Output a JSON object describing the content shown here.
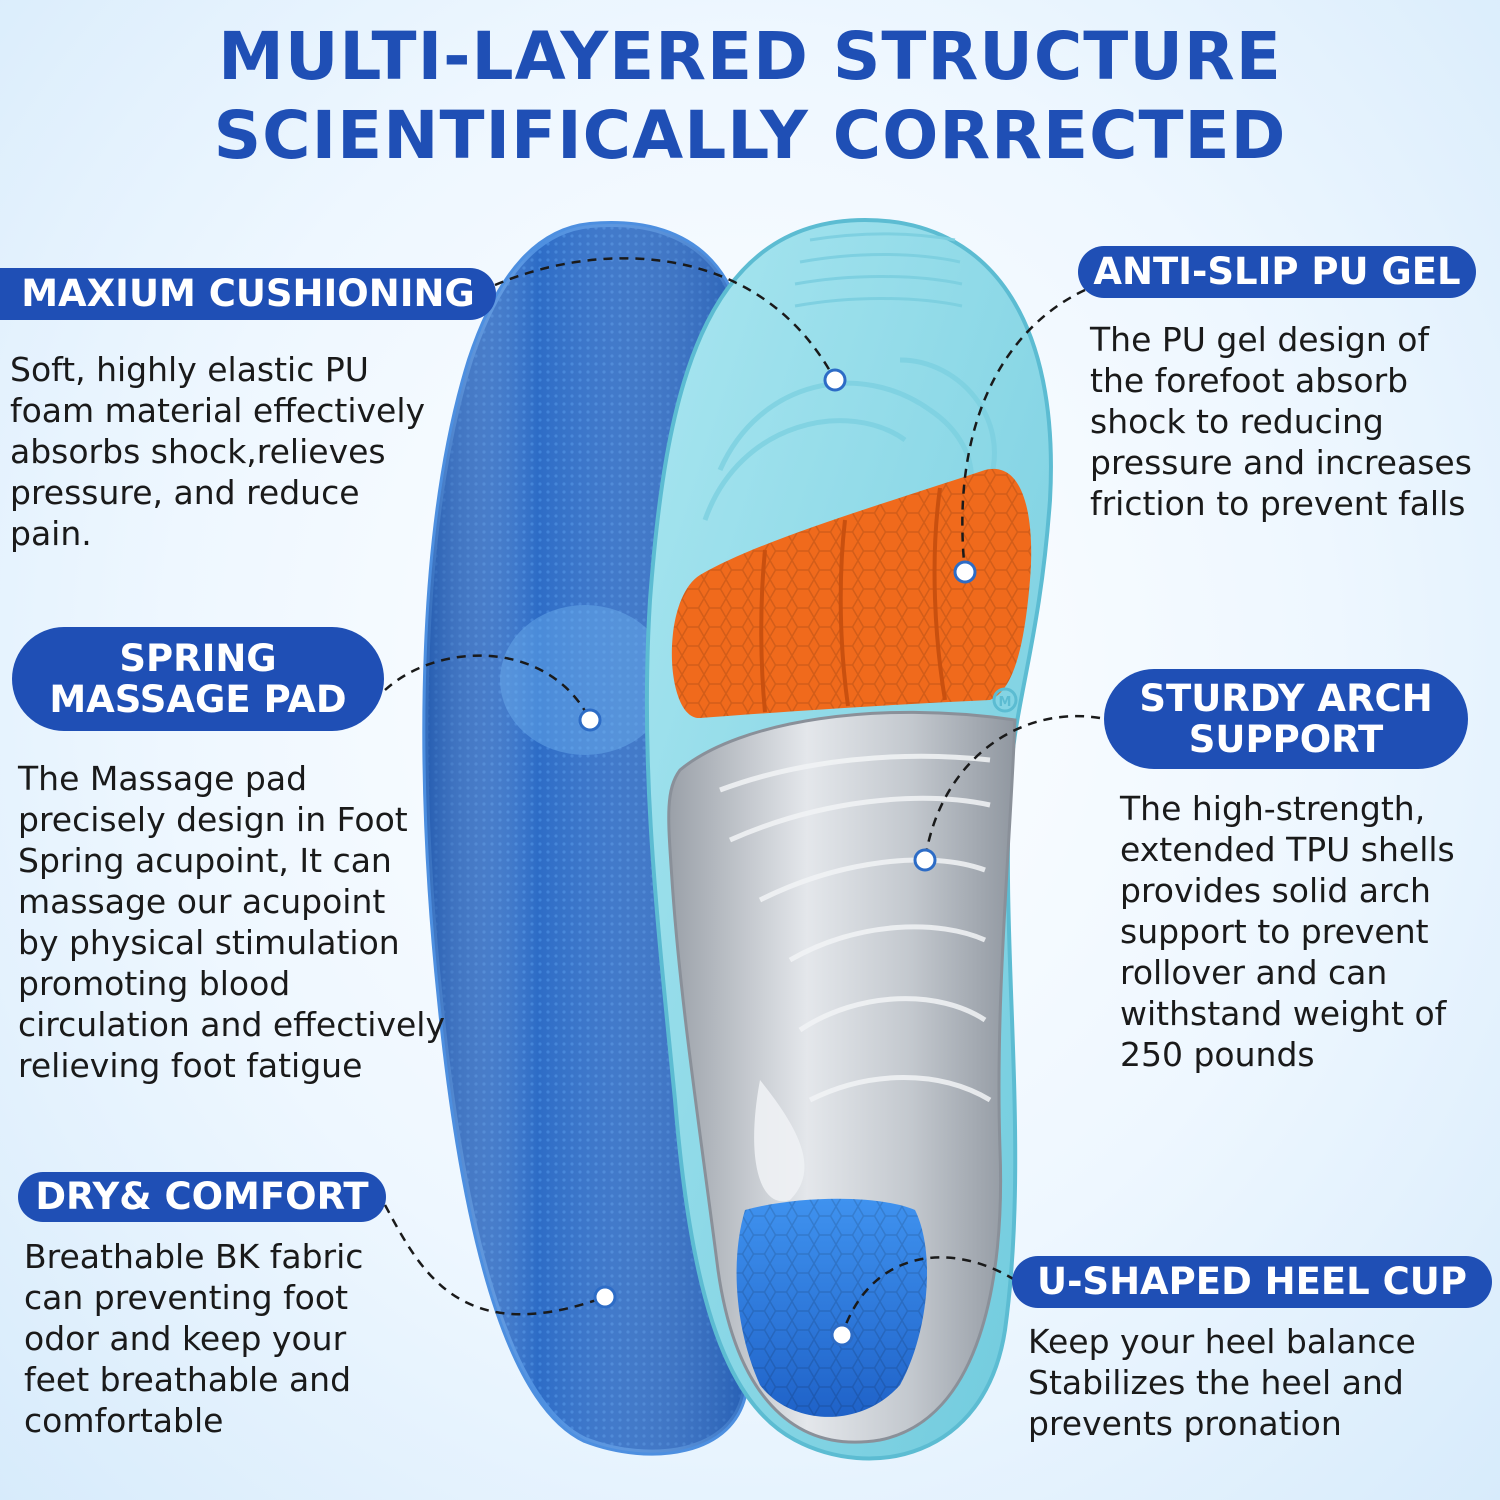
{
  "title": {
    "line1": "MULTI-LAYERED STRUCTURE",
    "line2": "SCIENTIFICALLY CORRECTED"
  },
  "insole": {
    "fabric_color": "#2d6cc6",
    "gel_color": "#8fd9e6",
    "forefoot_pad_color": "#f06a1c",
    "arch_shell_color": "#c8ccd2",
    "heel_pad_color": "#2f7fe0",
    "size_mark": "M"
  },
  "features": {
    "cushioning": {
      "label": "MAXIUM CUSHIONING",
      "lines": [
        "Soft, highly elastic PU",
        "foam material effectively",
        "absorbs shock,relieves",
        "pressure, and reduce",
        "pain."
      ]
    },
    "massage": {
      "label_line1": "SPRING",
      "label_line2": "MASSAGE PAD",
      "lines": [
        "The Massage pad",
        "precisely design in Foot",
        "Spring acupoint,  It can",
        "massage our acupoint",
        "by physical stimulation",
        "promoting blood",
        "circulation and effectively",
        "relieving  foot fatigue"
      ]
    },
    "dry": {
      "label": "DRY& COMFORT",
      "lines": [
        "Breathable BK fabric",
        "can preventing foot",
        "odor and keep your",
        "feet breathable and",
        "comfortable"
      ]
    },
    "antislip": {
      "label": "ANTI-SLIP PU GEL",
      "lines": [
        "The PU gel design of",
        "the forefoot absorb",
        "shock to reducing",
        "pressure and increases",
        "friction to prevent falls"
      ]
    },
    "arch": {
      "label_line1": "STURDY ARCH",
      "label_line2": "SUPPORT",
      "lines": [
        "The high-strength,",
        "extended TPU shells",
        "provides solid arch",
        "support to prevent",
        "rollover and can",
        "withstand weight of",
        "250 pounds"
      ]
    },
    "heel": {
      "label": "U-SHAPED HEEL CUP",
      "lines": [
        "Keep your heel balance",
        "Stabilizes the heel and",
        "prevents pronation"
      ]
    }
  }
}
